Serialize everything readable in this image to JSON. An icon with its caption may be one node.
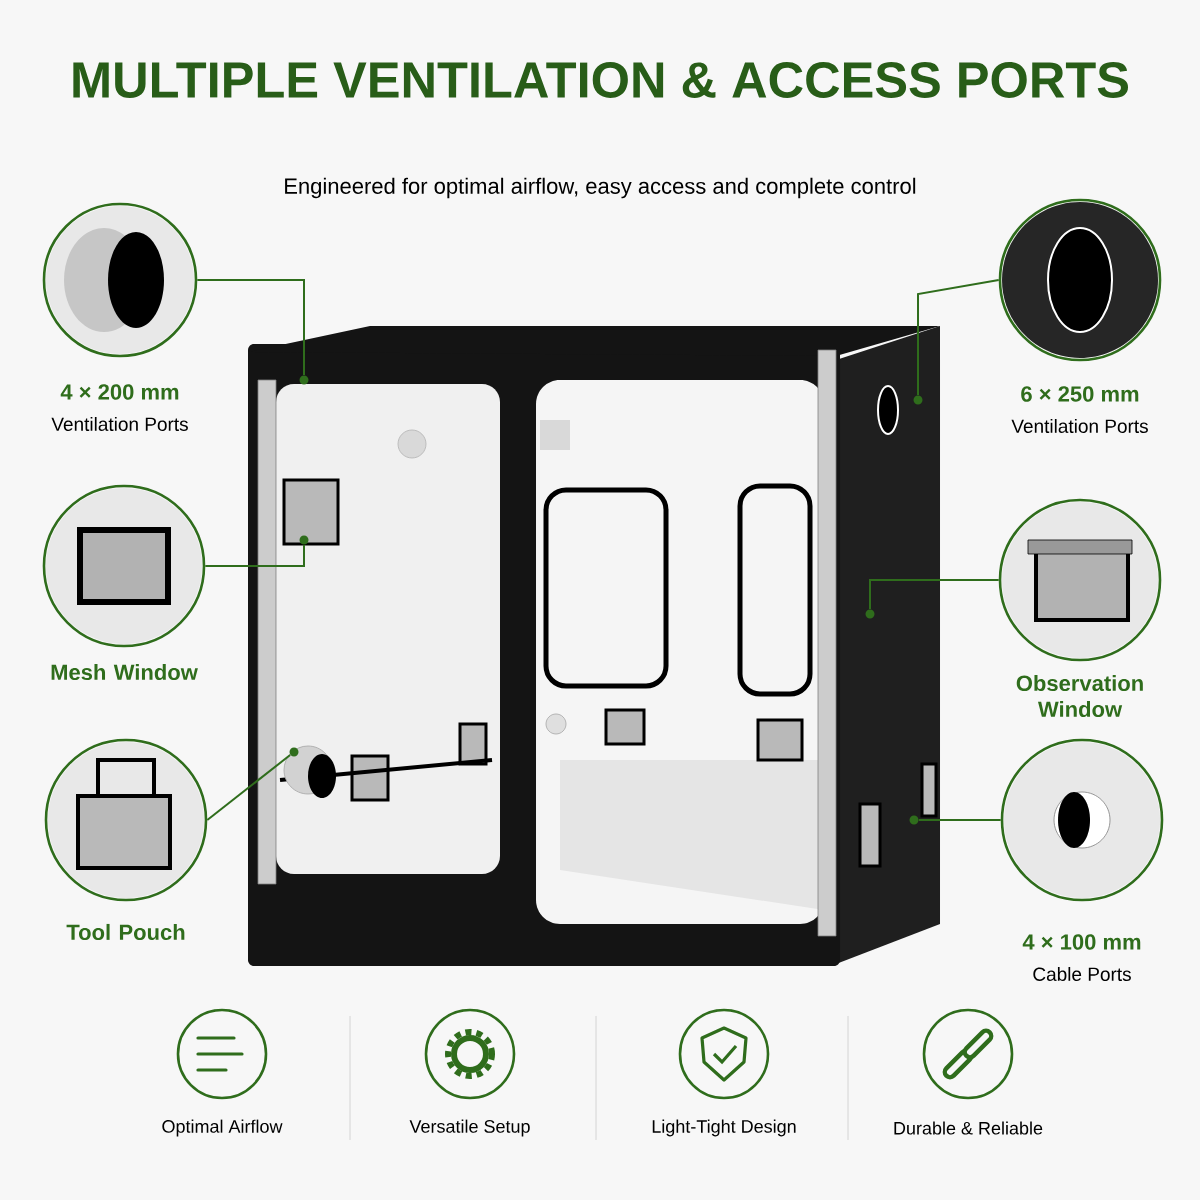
{
  "diagram": {
    "title": "MULTIPLE VENTILATION & ACCESS PORTS",
    "nodes": [
      {
        "text": [
          "4 × 200 mm",
          "Ventilation Ports"
        ]
      },
      {
        "text": [
          "Mesh Window"
        ]
      },
      {
        "text": [
          "Tool Pouch"
        ]
      },
      {
        "text": [
          "6 × 250 mm",
          "Ventilation Ports"
        ]
      },
      {
        "text": [
          "Observation Window"
        ]
      },
      {
        "text": [
          "4 × 100 mm",
          "Cable Ports"
        ]
      },
      {
        "text": [
          "Optimal Airflow"
        ]
      },
      {
        "text": [
          "Versatile Setup"
        ]
      },
      {
        "text": [
          "Light-Tight Design"
        ]
      },
      {
        "text": [
          "Durable & Reliable"
        ]
      },
      {
        "text": [],
        "shape": "circle"
      },
      {
        "text": [],
        "shape": "circle"
      },
      {
        "text": [],
        "shape": "circle"
      },
      {
        "text": [],
        "shape": "circle"
      },
      {
        "text": [],
        "shape": "circle"
      },
      {
        "text": [],
        "shape": "circle"
      }
    ],
    "edges": [
      {
        "from": 0,
        "to": 10,
        "arrow": "none"
      },
      {
        "from": 1,
        "to": 11,
        "arrow": "none"
      },
      {
        "from": 2,
        "to": 12,
        "arrow": "none"
      },
      {
        "from": 3,
        "to": 13,
        "arrow": "none"
      },
      {
        "from": 4,
        "to": 14,
        "arrow": "none"
      },
      {
        "from": 5,
        "to": 15,
        "arrow": "none"
      }
    ],
    "labels": [
      "Engineered for optimal airflow, easy access and complete control"
    ]
  }
}
